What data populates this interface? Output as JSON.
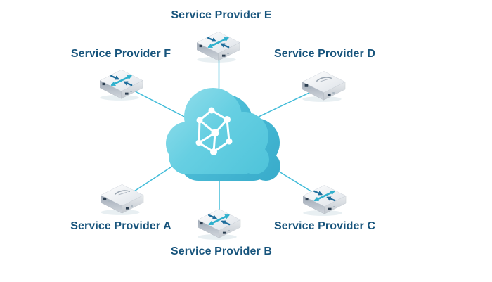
{
  "diagram": {
    "hub": {
      "icon": "cloud-network-icon"
    },
    "providers": [
      {
        "label": "Service Provider A",
        "icon": "server-icon",
        "position": "bottom-left"
      },
      {
        "label": "Service Provider B",
        "icon": "router-icon",
        "position": "bottom-center"
      },
      {
        "label": "Service Provider C",
        "icon": "router-icon",
        "position": "bottom-right"
      },
      {
        "label": "Service Provider D",
        "icon": "server-icon",
        "position": "top-right"
      },
      {
        "label": "Service Provider E",
        "icon": "router-icon",
        "position": "top-center"
      },
      {
        "label": "Service Provider F",
        "icon": "router-icon",
        "position": "top-left"
      }
    ],
    "colors": {
      "label_text": "#17547c",
      "connection_line": "#41bcd9",
      "cloud_front": "#5ecbdf",
      "cloud_side": "#44b8d5",
      "router_arrow_teal": "#2fb0cd",
      "router_arrow_blue": "#1f6d9b"
    }
  }
}
